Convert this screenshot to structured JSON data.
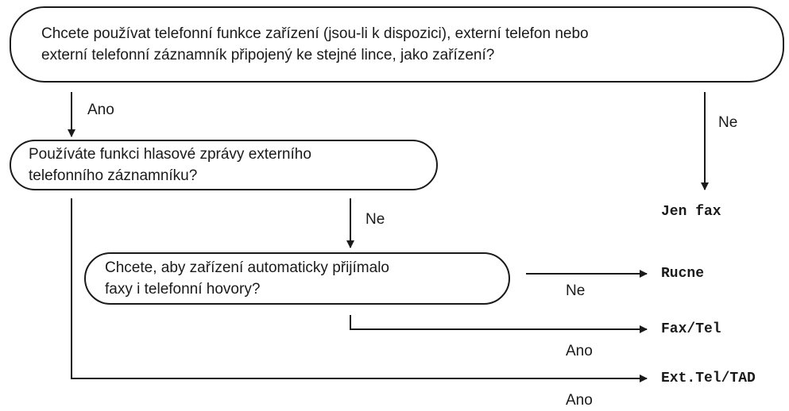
{
  "questions": [
    {
      "line1": "Chcete používat telefonní funkce zařízení (jsou-li k dispozici), externí telefon nebo",
      "line2": "externí telefonní záznamník připojený ke stejné lince, jako zařízení?"
    },
    {
      "line1": "Používáte funkci hlasové zprávy externího",
      "line2": "telefonního záznamníku?"
    },
    {
      "line1": "Chcete, aby zařízení automaticky přijímalo",
      "line2": "faxy i telefonní hovory?"
    }
  ],
  "answers": {
    "q1_yes": "Ano",
    "q1_no": "Ne",
    "q2_no": "Ne",
    "q3_no": "Ne",
    "q3_yes": "Ano",
    "q2_yes": "Ano"
  },
  "modes": {
    "fax_only": "Jen fax",
    "manual": "Rucne",
    "fax_tel": "Fax/Tel",
    "ext_tel_tad": "Ext.Tel/TAD"
  },
  "colors": {
    "line": "#1a1a1a",
    "background": "#ffffff"
  }
}
